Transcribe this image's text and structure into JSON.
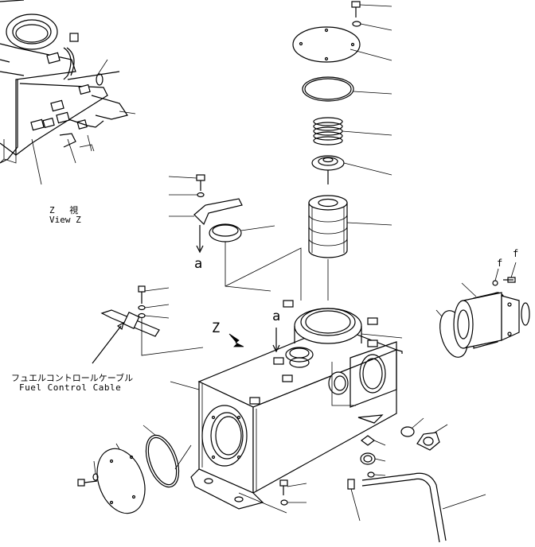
{
  "view_caption": {
    "line1": "Z 視",
    "line2": "View Z"
  },
  "fuel_cable": {
    "jp": "フュエルコントロールケーブル",
    "en": "Fuel Control Cable"
  },
  "callouts": {
    "a1": "a",
    "a2": "a",
    "z": "Z",
    "f1": "f",
    "f2": "f"
  }
}
